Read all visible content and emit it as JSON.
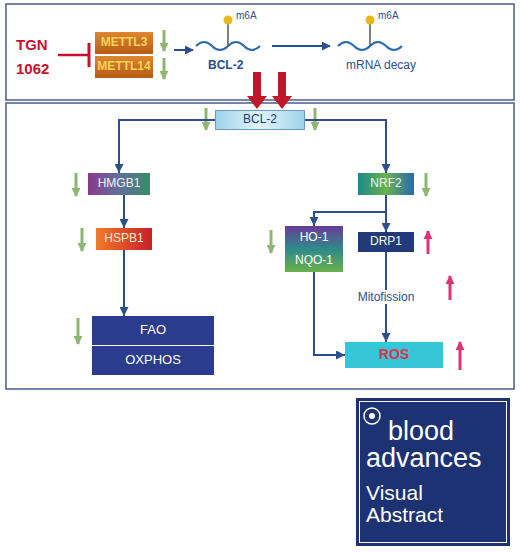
{
  "diagram": {
    "nodes": [
      {
        "text": [
          "METTL3"
        ]
      },
      {
        "text": [
          "METTL14"
        ]
      },
      {
        "text": [
          "BCL-2"
        ]
      },
      {
        "text": [
          "HMGB1"
        ]
      },
      {
        "text": [
          "NRF2"
        ]
      },
      {
        "text": [
          "HSPB1"
        ]
      },
      {
        "text": [
          "HO-1",
          "NQO-1"
        ]
      },
      {
        "text": [
          "DRP1"
        ]
      },
      {
        "text": [
          "FAO"
        ]
      },
      {
        "text": [
          "OXPHOS"
        ]
      },
      {
        "text": [
          "ROS"
        ]
      },
      {
        "text": [
          "blood advances",
          "Visual Abstract"
        ]
      }
    ],
    "edges": [
      {
        "from": 2,
        "to": 3,
        "arrow": "to"
      },
      {
        "from": 2,
        "to": 4,
        "arrow": "to"
      },
      {
        "from": 3,
        "to": 5,
        "arrow": "to"
      },
      {
        "from": 5,
        "to": 8,
        "arrow": "to"
      },
      {
        "from": 4,
        "to": 6,
        "arrow": "to"
      },
      {
        "from": 4,
        "to": 7,
        "arrow": "to"
      },
      {
        "from": 6,
        "to": 10,
        "arrow": "to"
      },
      {
        "from": 7,
        "to": 10,
        "label": "Mitofission",
        "arrow": "to"
      }
    ],
    "labels": [
      "TGN",
      "1062",
      "m6A",
      "BCL-2",
      "m6A",
      "mRNA decay"
    ]
  }
}
